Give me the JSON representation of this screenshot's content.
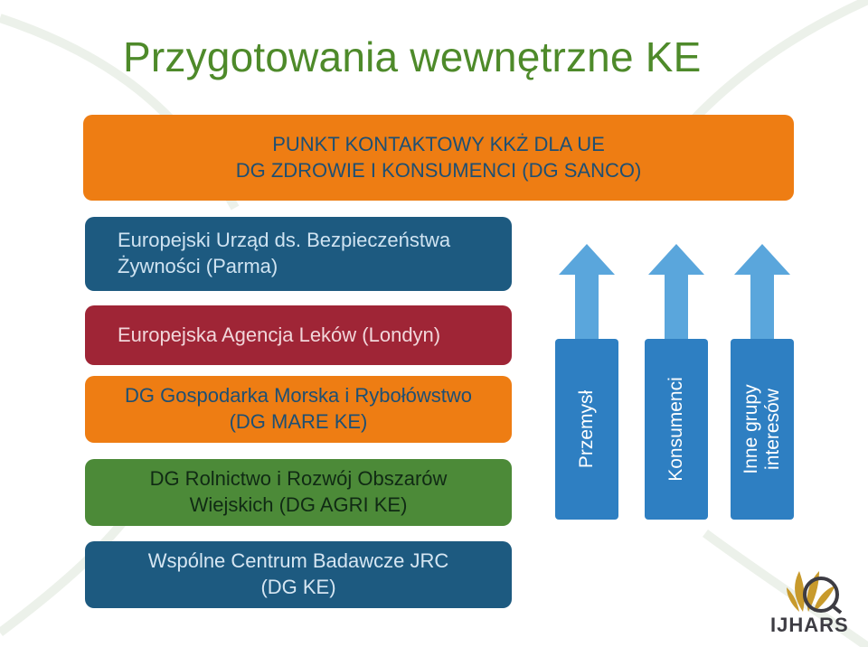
{
  "title": "Przygotowania wewnętrzne KE",
  "boxes": {
    "kkz": {
      "line1": "PUNKT KONTAKTOWY KKŻ DLA UE",
      "line2": "DG ZDROWIE I KONSUMENCI (DG SANCO)",
      "color": "#ee7d13"
    },
    "efsa": {
      "line1": "Europejski Urząd ds. Bezpieczeństwa",
      "line2": "Żywności (Parma)",
      "color": "#1d5a80"
    },
    "ema": {
      "line1": "Europejska Agencja Leków (Londyn)",
      "color": "#9f2536"
    },
    "mare": {
      "line1": "DG Gospodarka Morska i Rybołówstwo",
      "line2": "(DG MARE KE)",
      "color": "#ee7d13"
    },
    "agri": {
      "line1": "DG Rolnictwo i Rozwój Obszarów",
      "line2": "Wiejskich (DG AGRI KE)",
      "color": "#4c8a38"
    },
    "jrc": {
      "line1": "Wspólne Centrum Badawcze JRC",
      "line2": "(DG KE)",
      "color": "#1d5a80"
    }
  },
  "pillars": [
    {
      "lines": [
        "Przemysł"
      ]
    },
    {
      "lines": [
        "Konsumenci"
      ]
    },
    {
      "lines": [
        "Inne grupy",
        "interesów"
      ]
    }
  ],
  "arrow_color": "#5aa6dc",
  "pillar_color": "#2e7fc2",
  "logo": {
    "text": "IJHARS",
    "icon": "wheat-sheaf-logo-icon"
  }
}
